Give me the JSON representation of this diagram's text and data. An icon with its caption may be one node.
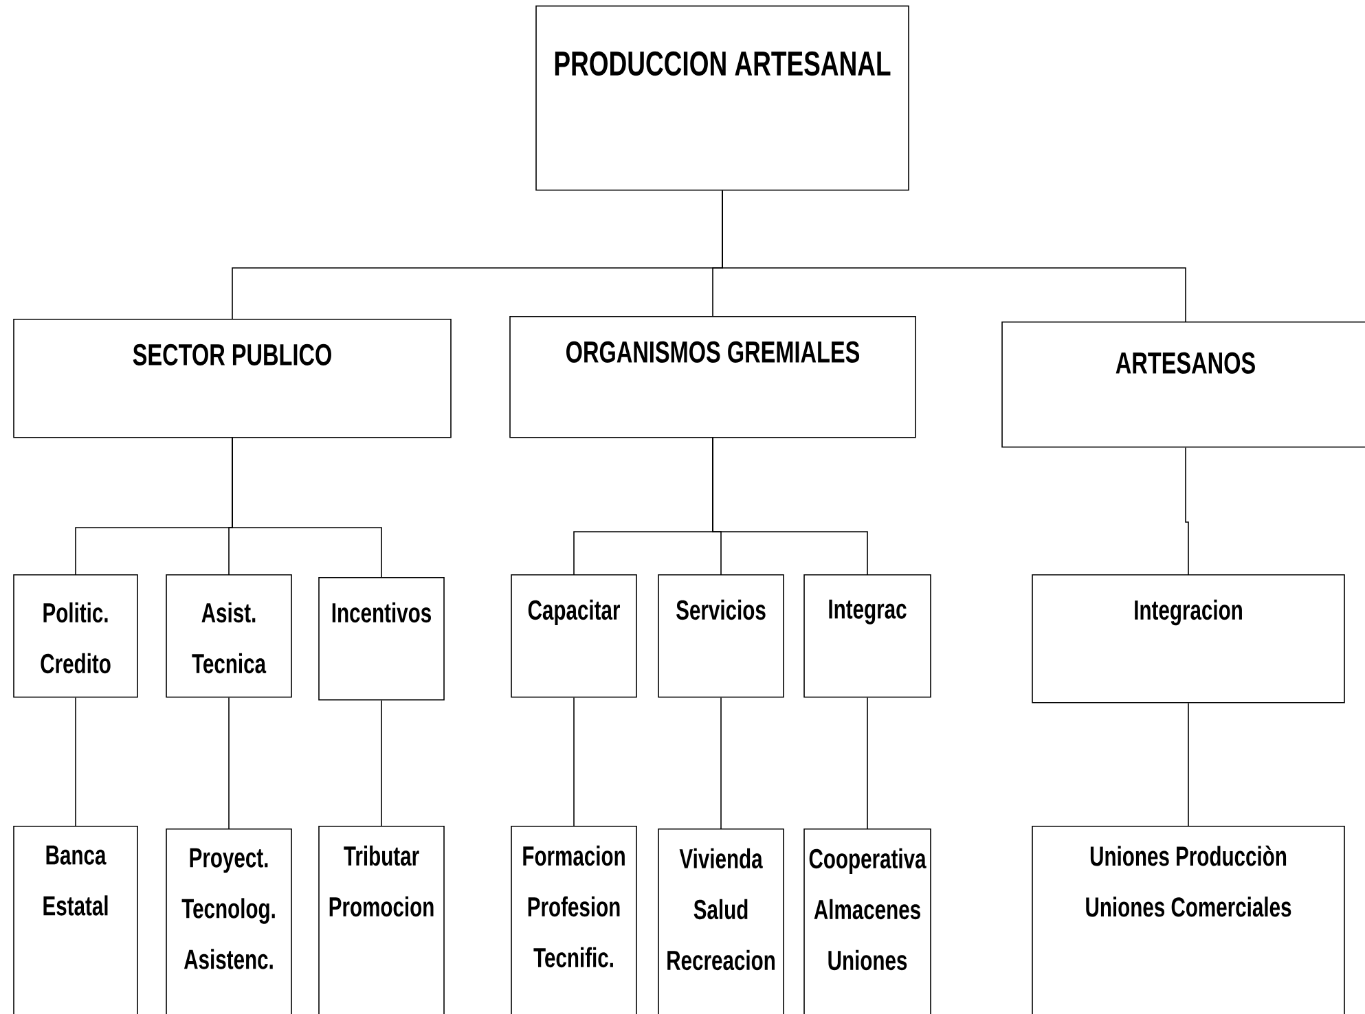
{
  "diagram": {
    "nodes": [
      {
        "text": [
          "PRODUCCION ARTESANAL"
        ]
      },
      {
        "text": [
          "SECTOR PUBLICO"
        ]
      },
      {
        "text": [
          "ORGANISMOS GREMIALES"
        ]
      },
      {
        "text": [
          "ARTESANOS"
        ]
      },
      {
        "text": [
          "Politic. Credito"
        ]
      },
      {
        "text": [
          "Asist. Tecnica"
        ]
      },
      {
        "text": [
          "Incentivos"
        ]
      },
      {
        "text": [
          "Capacitar"
        ]
      },
      {
        "text": [
          "Servicios"
        ]
      },
      {
        "text": [
          "Integrac"
        ]
      },
      {
        "text": [
          "Integracion"
        ]
      },
      {
        "text": [
          "Banca Estatal"
        ]
      },
      {
        "text": [
          "Proyect. Tecnolog. Asistenc."
        ]
      },
      {
        "text": [
          "Tributar Promocion"
        ]
      },
      {
        "text": [
          "Formacion Profesion Tecnific."
        ]
      },
      {
        "text": [
          "Vivienda Salud Recreacion"
        ]
      },
      {
        "text": [
          "Cooperativa Almacenes Uniones"
        ]
      },
      {
        "text": [
          "Uniones Producciòn Uniones Comerciales"
        ]
      }
    ],
    "edges": [
      {
        "from": 0,
        "to": 1,
        "arrow": "none"
      },
      {
        "from": 0,
        "to": 2,
        "arrow": "none"
      },
      {
        "from": 0,
        "to": 3,
        "arrow": "none"
      },
      {
        "from": 1,
        "to": 4,
        "arrow": "none"
      },
      {
        "from": 1,
        "to": 5,
        "arrow": "none"
      },
      {
        "from": 1,
        "to": 6,
        "arrow": "none"
      },
      {
        "from": 2,
        "to": 7,
        "arrow": "none"
      },
      {
        "from": 2,
        "to": 8,
        "arrow": "none"
      },
      {
        "from": 2,
        "to": 9,
        "arrow": "none"
      },
      {
        "from": 3,
        "to": 10,
        "arrow": "none"
      },
      {
        "from": 4,
        "to": 11,
        "arrow": "none"
      },
      {
        "from": 5,
        "to": 12,
        "arrow": "none"
      },
      {
        "from": 6,
        "to": 13,
        "arrow": "none"
      },
      {
        "from": 7,
        "to": 14,
        "arrow": "none"
      },
      {
        "from": 8,
        "to": 15,
        "arrow": "none"
      },
      {
        "from": 9,
        "to": 16,
        "arrow": "none"
      },
      {
        "from": 10,
        "to": 17,
        "arrow": "none"
      }
    ]
  }
}
